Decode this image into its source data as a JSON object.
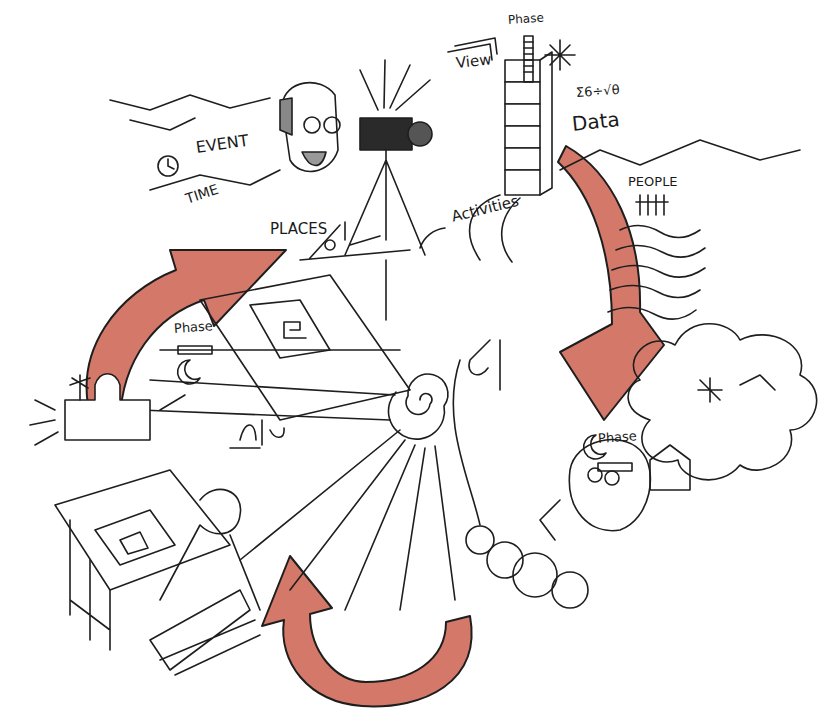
{
  "diagram": {
    "labels": [
      "Phase",
      "View",
      "Σ6÷√θ",
      "Data",
      "EVENT",
      "TIME",
      "PLACES",
      "Activities",
      "PEOPLE",
      "Phase",
      "Phase"
    ]
  }
}
